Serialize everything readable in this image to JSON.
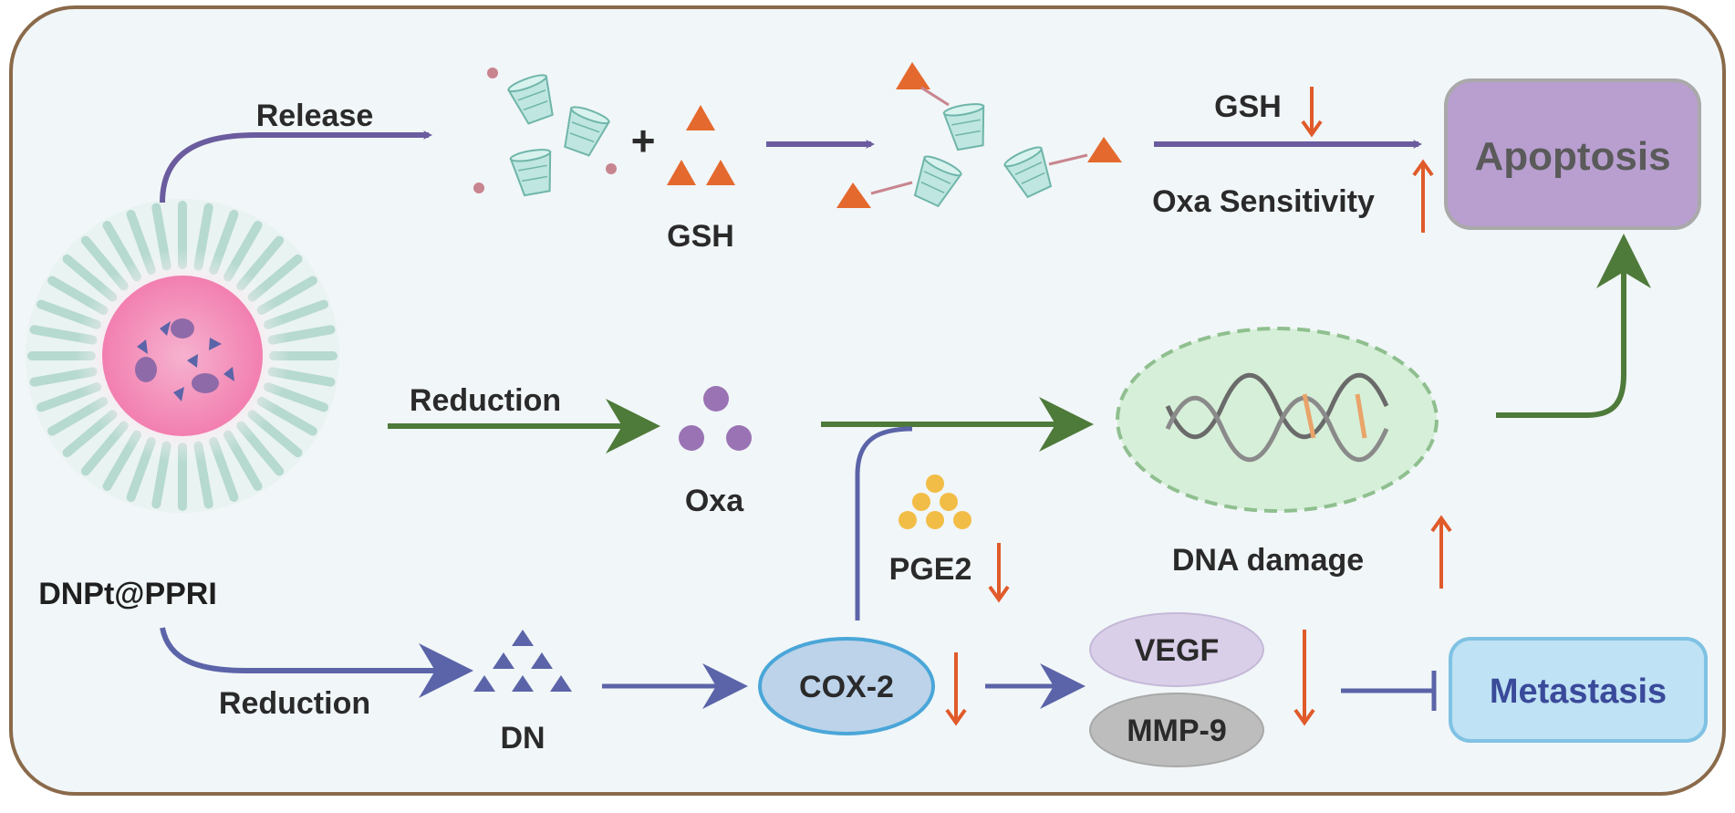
{
  "labels": {
    "release": "Release",
    "reduction_top": "Reduction",
    "reduction_bottom": "Reduction",
    "gsh_plus": "+",
    "gsh_label": "GSH",
    "gsh_effect": "GSH",
    "oxa_sensitivity": "Oxa Sensitivity",
    "apoptosis": "Apoptosis",
    "nanoparticle": "DNPt@PPRI",
    "oxa": "Oxa",
    "dna_damage": "DNA damage",
    "pge2": "PGE2",
    "dn": "DN",
    "cox2": "COX-2",
    "vegf": "VEGF",
    "mmp9": "MMP-9",
    "metastasis": "Metastasis"
  },
  "colors": {
    "frame_border": "#8a6a4a",
    "frame_fill": "#f1f6f8",
    "release_arrow": "#6a5c9e",
    "reduction_arrow": "#4e7a3a",
    "cox_arrow": "#5b64a8",
    "down_up_arrow": "#e05a2a",
    "apoptosis_box": "#b89fd0",
    "metastasis_box": "#bfe2f4",
    "metastasis_text": "#3a4a9a",
    "cox2_fill": "#bcd3ea",
    "vegf_fill": "#d9cfe9",
    "mmp9_fill": "#bdbdbd",
    "dna_ellipse": "#d6efd8",
    "gsh_triangle": "#e4692e",
    "dn_triangle": "#5b64a8",
    "oxa_dot": "#9a73b4",
    "pge2_dot": "#f2bd46"
  },
  "icons": {
    "cyclodextrin": "cyclodextrin-cup-icon",
    "nanoparticle": "micelle-nanoparticle-icon",
    "dna": "dna-helix-icon",
    "down_arrow": "decrease-arrow-icon",
    "up_arrow": "increase-arrow-icon",
    "inhibit": "inhibition-bar-icon"
  }
}
